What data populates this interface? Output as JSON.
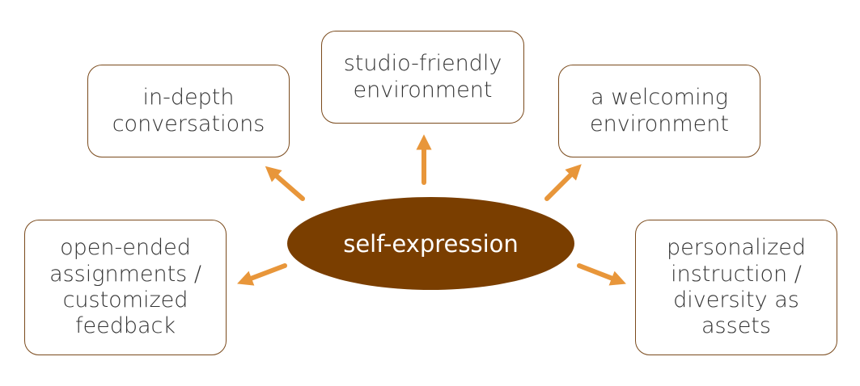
{
  "center": {
    "label": "self-expression",
    "color": "#7a3e00"
  },
  "nodes": [
    {
      "id": "in-depth",
      "label": "in-depth\nconversations"
    },
    {
      "id": "studio",
      "label": "studio-friendly\nenvironment"
    },
    {
      "id": "welcoming",
      "label": "a welcoming\nenvironment"
    },
    {
      "id": "open-ended",
      "label": "open-ended\nassignments /\ncustomized\nfeedback"
    },
    {
      "id": "personalized",
      "label": "personalized\ninstruction /\ndiversity as\nassets"
    }
  ],
  "colors": {
    "arrow": "#e8963a",
    "node_border": "#7a4a1c"
  }
}
